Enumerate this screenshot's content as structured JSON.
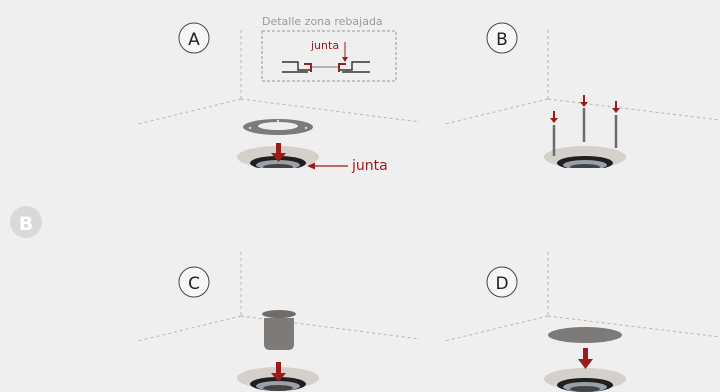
{
  "side_badge": "B",
  "panels": [
    {
      "letter": "A"
    },
    {
      "letter": "B"
    },
    {
      "letter": "C"
    },
    {
      "letter": "D"
    }
  ],
  "detail_box": {
    "title": "Detalle zona rebajada",
    "gasket_label": "junta"
  },
  "gasket_callout": "junta",
  "colors": {
    "background": "#efefef",
    "accent_red": "#9b1b1b",
    "dark": "#333333",
    "grey": "#7d7a77",
    "dish": "#d4d0cb",
    "guide_lines": "#b7b7b7",
    "badge_bg": "#d9d9d9"
  },
  "icons": {
    "down_arrow": "down-arrow-icon",
    "left_arrow": "left-arrow-icon"
  }
}
